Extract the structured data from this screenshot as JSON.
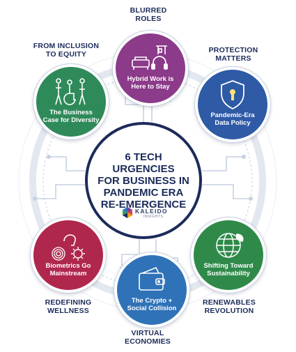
{
  "center": {
    "title_lines": [
      "6 TECH URGENCIES",
      "FOR BUSINESS IN",
      "PANDEMIC ERA",
      "RE-EMERGENCE"
    ],
    "brand": {
      "name": "KALEIDO",
      "sub": "INSIGHTS"
    }
  },
  "nodes": [
    {
      "id": "hybrid",
      "color": "#8c3a8a",
      "caption": "Hybrid Work is Here to Stay",
      "label": "BLURRED ROLES",
      "icons": [
        "desk-chair-icon",
        "sofa-icon",
        "headset-icon"
      ]
    },
    {
      "id": "data",
      "color": "#2e5aa6",
      "caption": "Pandemic-Era Data Policy",
      "label": "PROTECTION MATTERS",
      "icons": [
        "shield-lock-icon"
      ]
    },
    {
      "id": "sustain",
      "color": "#2f8a4a",
      "caption": "Shifting Toward Sustainability",
      "label": "RENEWABLES REVOLUTION",
      "icons": [
        "globe-leaf-icon"
      ]
    },
    {
      "id": "crypto",
      "color": "#2f72b8",
      "caption": "The Crypto + Social Collision",
      "label": "VIRTUAL ECONOMIES",
      "icons": [
        "wallet-icon"
      ]
    },
    {
      "id": "bio",
      "color": "#b0274e",
      "caption": "Biometrics Go Mainstream",
      "label": "REDEFINING WELLNESS",
      "icons": [
        "head-icon",
        "fingerprint-icon",
        "virus-icon"
      ]
    },
    {
      "id": "diversity",
      "color": "#2f8a5a",
      "caption": "The Business Case for Diversity",
      "label": "FROM INCLUSION TO EQUITY",
      "icons": [
        "people-icon"
      ]
    }
  ]
}
